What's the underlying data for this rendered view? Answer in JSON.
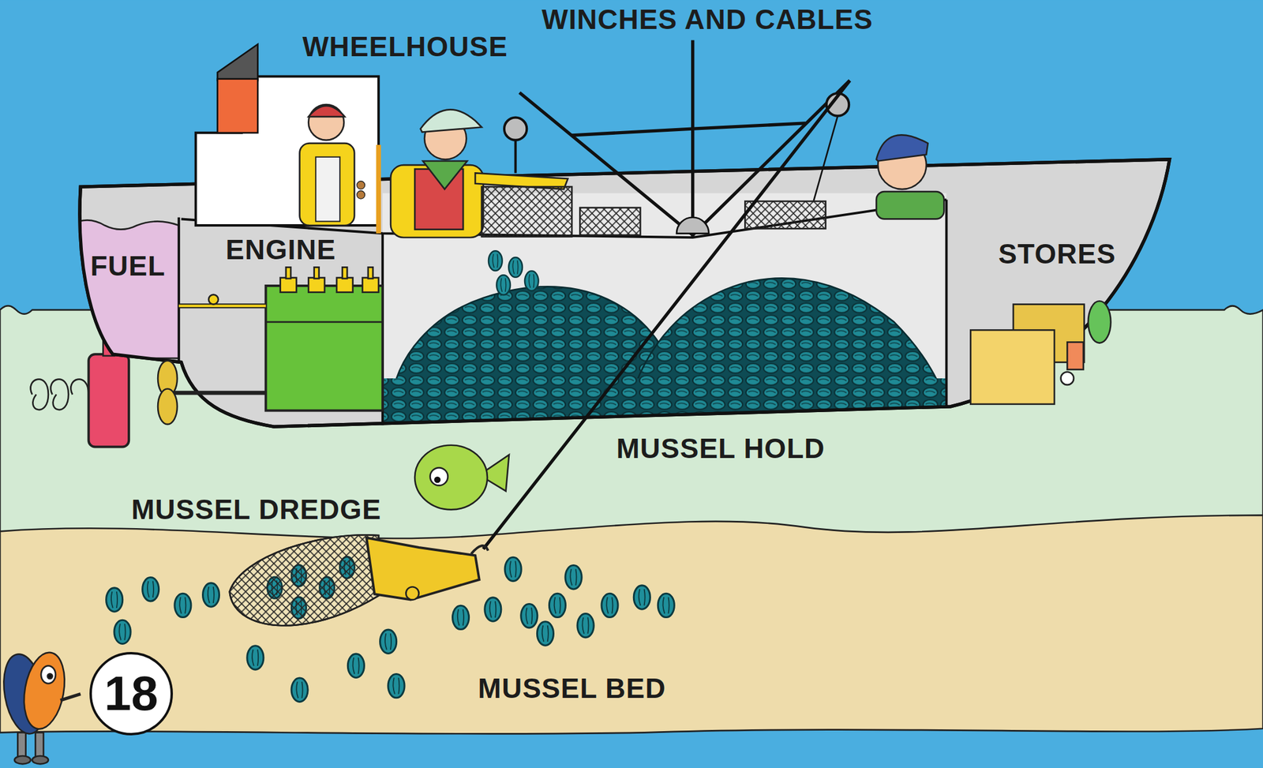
{
  "diagram": {
    "nodes": [
      {
        "text": [
          "FUEL"
        ]
      },
      {
        "text": [
          "ENGINE"
        ]
      },
      {
        "text": [
          "STORES"
        ]
      },
      {
        "text": [
          "18"
        ]
      }
    ],
    "labels": [
      "WINCHES AND CABLES",
      "WHEELHOUSE",
      "MUSSEL HOLD",
      "MUSSEL DREDGE",
      "MUSSEL BED"
    ]
  }
}
